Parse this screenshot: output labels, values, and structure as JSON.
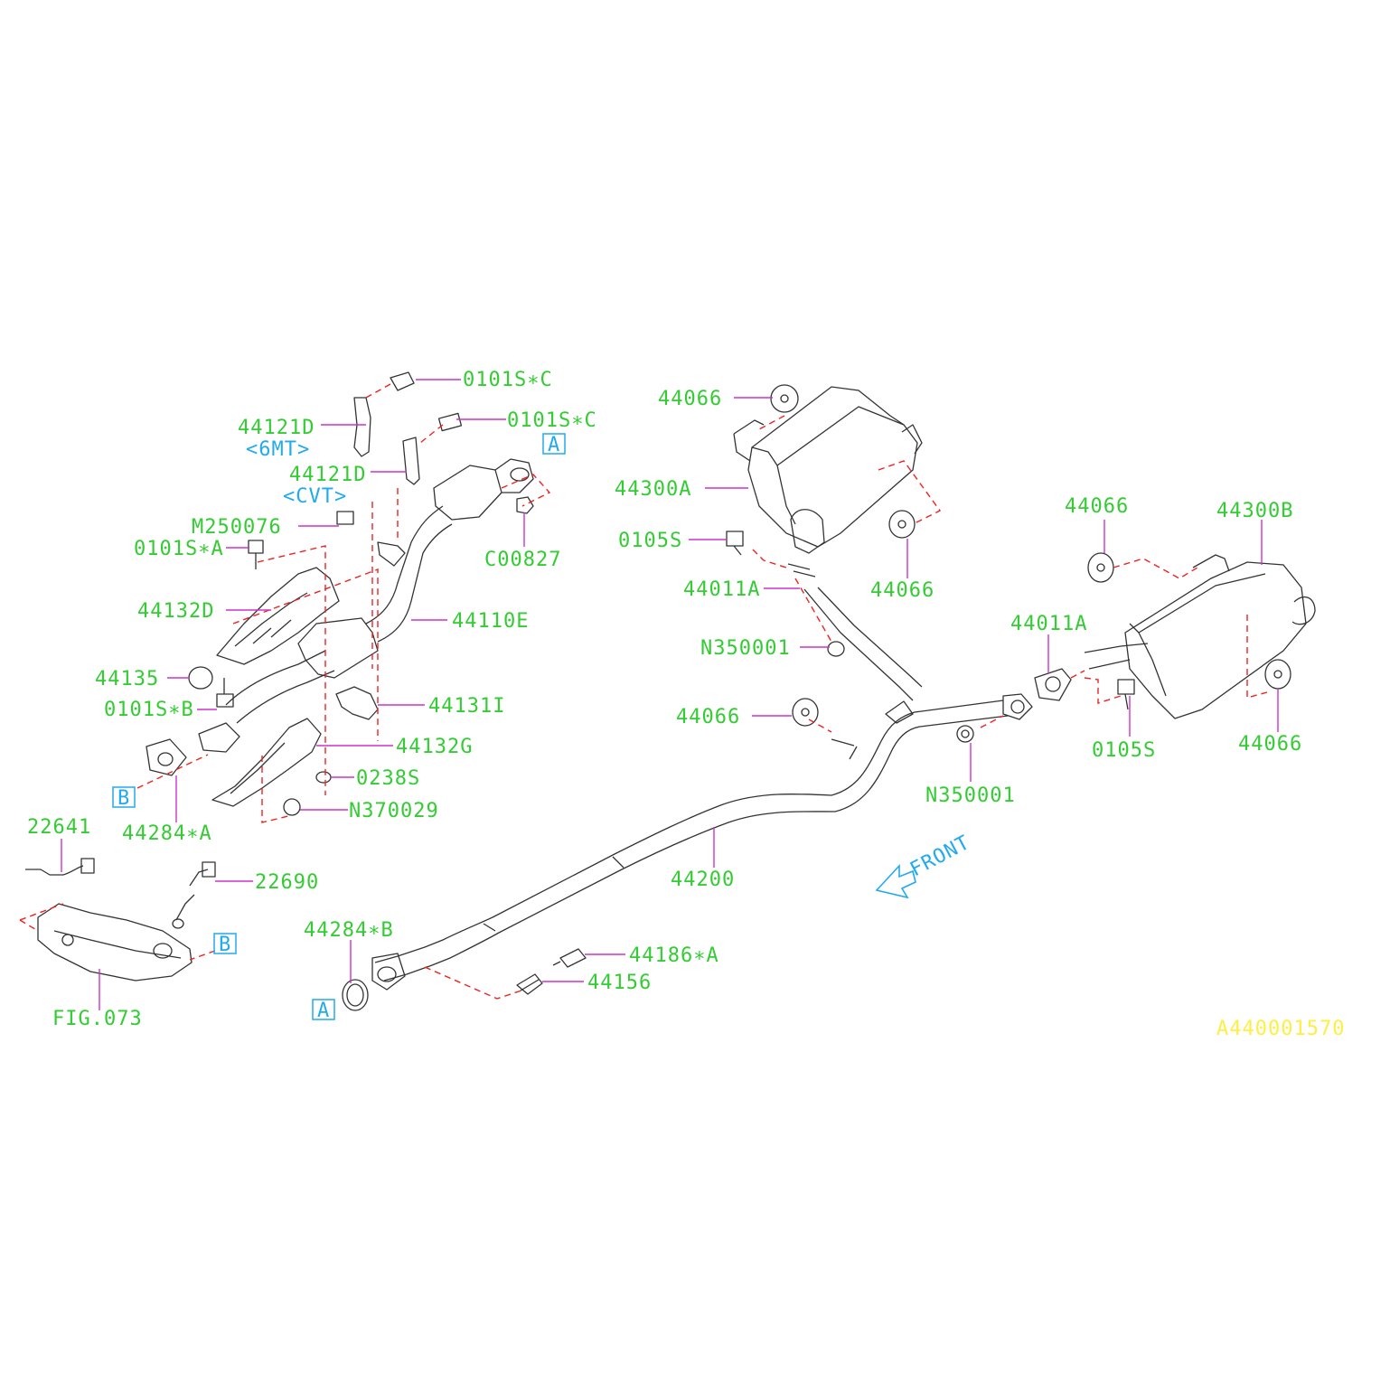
{
  "labels": {
    "l_0101sc_1": "0101S∗C",
    "l_0101sc_2": "0101S∗C",
    "l_44121d_6mt": "44121D",
    "n_6mt": "<6MT>",
    "l_44121d_cvt": "44121D",
    "n_cvt": "<CVT>",
    "l_m250076": "M250076",
    "l_0101sa": "0101S∗A",
    "l_44132d": "44132D",
    "l_44110e": "44110E",
    "l_44135": "44135",
    "l_0101sb": "0101S∗B",
    "l_44131i": "44131I",
    "l_44132g": "44132G",
    "l_0238s": "0238S",
    "l_n370029": "N370029",
    "l_44284a": "44284∗A",
    "l_c00827": "C00827",
    "l_22641": "22641",
    "l_22690": "22690",
    "l_fig073": "FIG.073",
    "l_44284b": "44284∗B",
    "l_44186a": "44186∗A",
    "l_44156": "44156",
    "l_44200": "44200",
    "l_44066_1": "44066",
    "l_44300a": "44300A",
    "l_0105s_1": "0105S",
    "l_44011a_1": "44011A",
    "l_n350001_1": "N350001",
    "l_44066_2": "44066",
    "l_44066_3": "44066",
    "l_44066_4": "44066",
    "l_44300b": "44300B",
    "l_44011a_2": "44011A",
    "l_0105s_2": "0105S",
    "l_n350001_2": "N350001",
    "l_44066_5": "44066",
    "front": "FRONT",
    "ref_a1": "A",
    "ref_a2": "A",
    "ref_b1": "B",
    "ref_b2": "B",
    "code": "A440001570"
  },
  "colors": {
    "part_number": "#33cc33",
    "reference": "#22aaee",
    "leader": "#cc33cc",
    "assembly_line": "#ee2222",
    "diagram_code": "#ffee44",
    "part_outline": "#333333"
  }
}
